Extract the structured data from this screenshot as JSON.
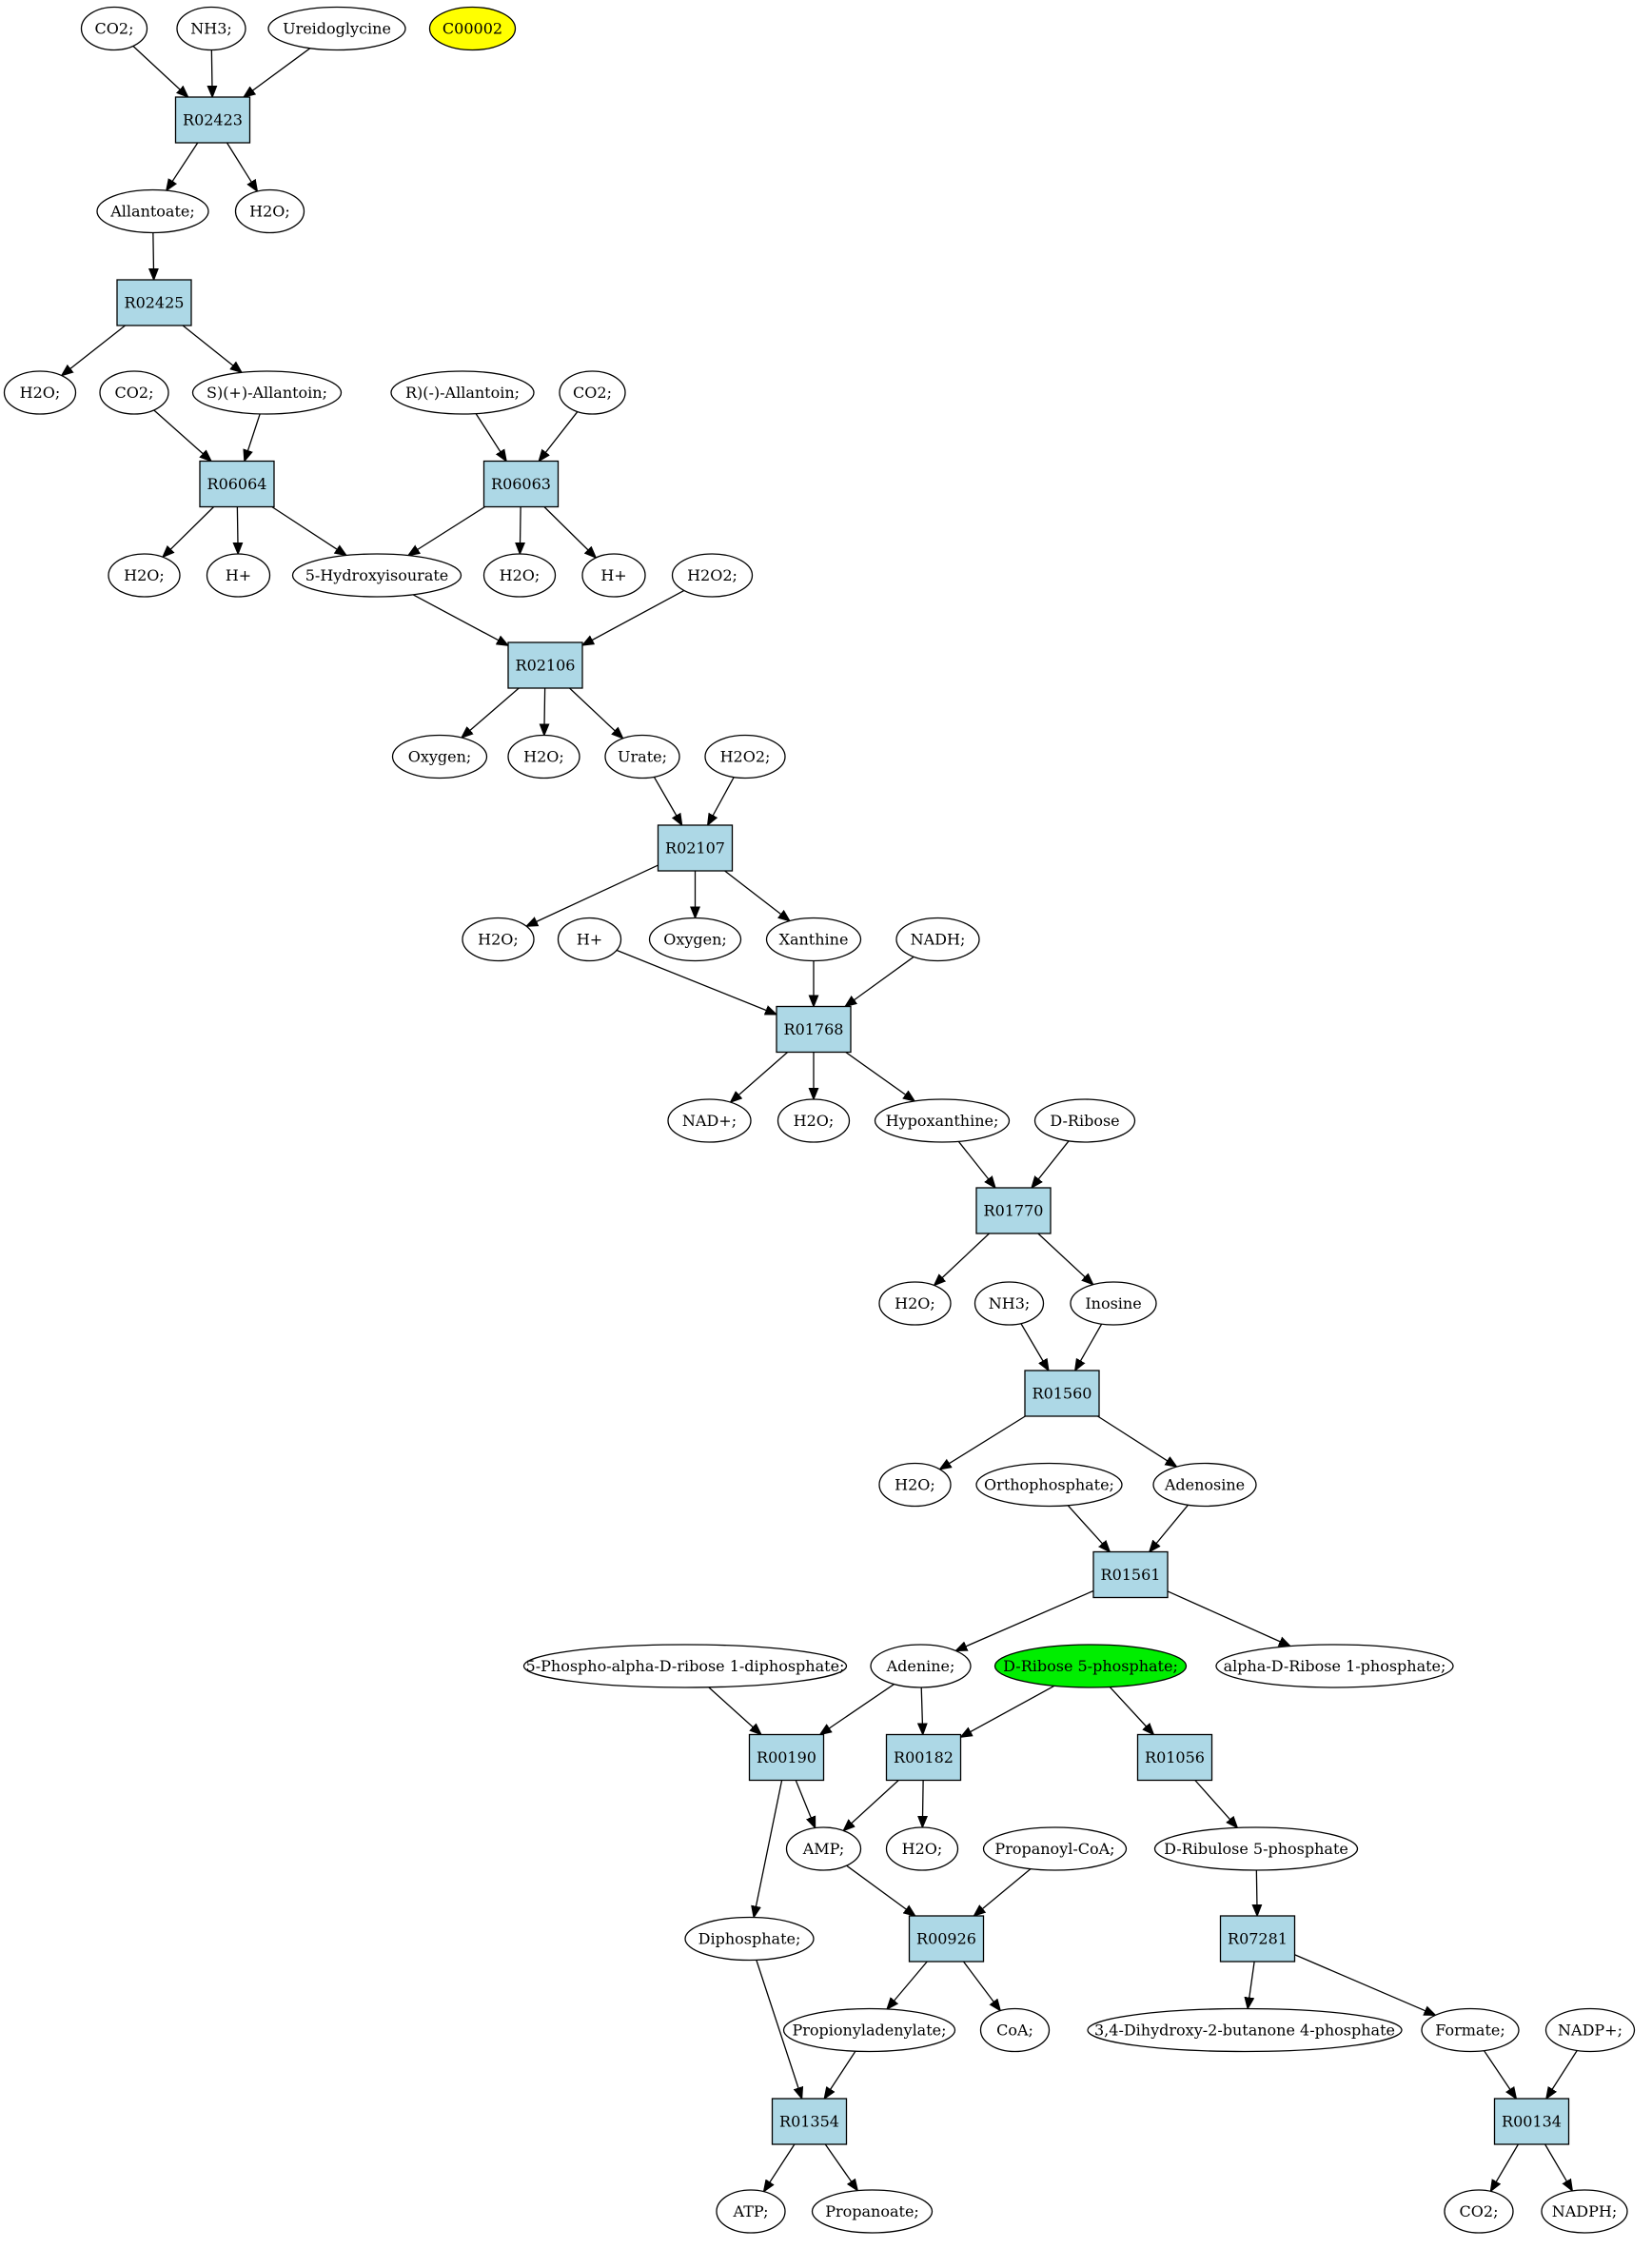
{
  "reactions": [
    {
      "id": "r02423",
      "label": "R02423"
    },
    {
      "id": "r02425",
      "label": "R02425"
    },
    {
      "id": "r06064",
      "label": "R06064"
    },
    {
      "id": "r06063",
      "label": "R06063"
    },
    {
      "id": "r02106",
      "label": "R02106"
    },
    {
      "id": "r02107",
      "label": "R02107"
    },
    {
      "id": "r01768",
      "label": "R01768"
    },
    {
      "id": "r01770",
      "label": "R01770"
    },
    {
      "id": "r01560",
      "label": "R01560"
    },
    {
      "id": "r01561",
      "label": "R01561"
    },
    {
      "id": "r00190",
      "label": "R00190"
    },
    {
      "id": "r00182",
      "label": "R00182"
    },
    {
      "id": "r01056",
      "label": "R01056"
    },
    {
      "id": "r00926",
      "label": "R00926"
    },
    {
      "id": "r07281",
      "label": "R07281"
    },
    {
      "id": "r01354",
      "label": "R01354"
    },
    {
      "id": "r00134",
      "label": "R00134"
    }
  ],
  "compounds": [
    {
      "id": "co2_a",
      "label": "CO2;"
    },
    {
      "id": "nh3_a",
      "label": "NH3;"
    },
    {
      "id": "ureidoglycine",
      "label": "Ureidoglycine"
    },
    {
      "id": "c00002",
      "label": "C00002",
      "highlight": "yellow"
    },
    {
      "id": "allantoate",
      "label": "Allantoate;"
    },
    {
      "id": "h2o_a",
      "label": "H2O;"
    },
    {
      "id": "h2o_b",
      "label": "H2O;"
    },
    {
      "id": "co2_b",
      "label": "CO2;"
    },
    {
      "id": "s_allantoin",
      "label": "S)(+)-Allantoin;"
    },
    {
      "id": "r_allantoin",
      "label": "R)(-)-Allantoin;"
    },
    {
      "id": "co2_c",
      "label": "CO2;"
    },
    {
      "id": "h2o_c",
      "label": "H2O;"
    },
    {
      "id": "hplus_a",
      "label": "H+"
    },
    {
      "id": "hydroxyisourate",
      "label": "5-Hydroxyisourate"
    },
    {
      "id": "h2o_d",
      "label": "H2O;"
    },
    {
      "id": "hplus_b",
      "label": "H+"
    },
    {
      "id": "h2o2_a",
      "label": "H2O2;"
    },
    {
      "id": "oxygen_a",
      "label": "Oxygen;"
    },
    {
      "id": "h2o_e",
      "label": "H2O;"
    },
    {
      "id": "urate",
      "label": "Urate;"
    },
    {
      "id": "h2o2_b",
      "label": "H2O2;"
    },
    {
      "id": "h2o_f",
      "label": "H2O;"
    },
    {
      "id": "hplus_c",
      "label": "H+"
    },
    {
      "id": "oxygen_b",
      "label": "Oxygen;"
    },
    {
      "id": "xanthine",
      "label": "Xanthine"
    },
    {
      "id": "nadh",
      "label": "NADH;"
    },
    {
      "id": "nadplus",
      "label": "NAD+;"
    },
    {
      "id": "h2o_g",
      "label": "H2O;"
    },
    {
      "id": "hypoxanthine",
      "label": "Hypoxanthine;"
    },
    {
      "id": "d_ribose",
      "label": "D-Ribose"
    },
    {
      "id": "h2o_h",
      "label": "H2O;"
    },
    {
      "id": "nh3_b",
      "label": "NH3;"
    },
    {
      "id": "inosine",
      "label": "Inosine"
    },
    {
      "id": "h2o_i",
      "label": "H2O;"
    },
    {
      "id": "orthophosphate",
      "label": "Orthophosphate;"
    },
    {
      "id": "adenosine",
      "label": "Adenosine"
    },
    {
      "id": "prpp",
      "label": "5-Phospho-alpha-D-ribose 1-diphosphate;"
    },
    {
      "id": "adenine",
      "label": "Adenine;"
    },
    {
      "id": "ribose5p",
      "label": "D-Ribose 5-phosphate;",
      "highlight": "green"
    },
    {
      "id": "ribose1p",
      "label": "alpha-D-Ribose 1-phosphate;"
    },
    {
      "id": "amp",
      "label": "AMP;"
    },
    {
      "id": "h2o_j",
      "label": "H2O;"
    },
    {
      "id": "propanoyl_coa",
      "label": "Propanoyl-CoA;"
    },
    {
      "id": "ribulose5p",
      "label": "D-Ribulose 5-phosphate"
    },
    {
      "id": "diphosphate",
      "label": "Diphosphate;"
    },
    {
      "id": "propionyladenylate",
      "label": "Propionyladenylate;"
    },
    {
      "id": "coa",
      "label": "CoA;"
    },
    {
      "id": "dhbp",
      "label": "3,4-Dihydroxy-2-butanone 4-phosphate"
    },
    {
      "id": "formate",
      "label": "Formate;"
    },
    {
      "id": "nadpplus",
      "label": "NADP+;"
    },
    {
      "id": "atp",
      "label": "ATP;"
    },
    {
      "id": "propanoate",
      "label": "Propanoate;"
    },
    {
      "id": "co2_d",
      "label": "CO2;"
    },
    {
      "id": "nadph",
      "label": "NADPH;"
    }
  ],
  "edges": [
    [
      "co2_a",
      "r02423"
    ],
    [
      "nh3_a",
      "r02423"
    ],
    [
      "ureidoglycine",
      "r02423"
    ],
    [
      "r02423",
      "allantoate"
    ],
    [
      "r02423",
      "h2o_a"
    ],
    [
      "allantoate",
      "r02425"
    ],
    [
      "r02425",
      "h2o_b"
    ],
    [
      "r02425",
      "s_allantoin"
    ],
    [
      "co2_b",
      "r06064"
    ],
    [
      "s_allantoin",
      "r06064"
    ],
    [
      "r_allantoin",
      "r06063"
    ],
    [
      "co2_c",
      "r06063"
    ],
    [
      "r06064",
      "h2o_c"
    ],
    [
      "r06064",
      "hplus_a"
    ],
    [
      "r06064",
      "hydroxyisourate"
    ],
    [
      "r06063",
      "hydroxyisourate"
    ],
    [
      "r06063",
      "h2o_d"
    ],
    [
      "r06063",
      "hplus_b"
    ],
    [
      "hydroxyisourate",
      "r02106"
    ],
    [
      "h2o2_a",
      "r02106"
    ],
    [
      "r02106",
      "oxygen_a"
    ],
    [
      "r02106",
      "h2o_e"
    ],
    [
      "r02106",
      "urate"
    ],
    [
      "urate",
      "r02107"
    ],
    [
      "h2o2_b",
      "r02107"
    ],
    [
      "r02107",
      "h2o_f"
    ],
    [
      "r02107",
      "oxygen_b"
    ],
    [
      "r02107",
      "xanthine"
    ],
    [
      "hplus_c",
      "r01768"
    ],
    [
      "xanthine",
      "r01768"
    ],
    [
      "nadh",
      "r01768"
    ],
    [
      "r01768",
      "nadplus"
    ],
    [
      "r01768",
      "h2o_g"
    ],
    [
      "r01768",
      "hypoxanthine"
    ],
    [
      "hypoxanthine",
      "r01770"
    ],
    [
      "d_ribose",
      "r01770"
    ],
    [
      "r01770",
      "h2o_h"
    ],
    [
      "r01770",
      "inosine"
    ],
    [
      "nh3_b",
      "r01560"
    ],
    [
      "inosine",
      "r01560"
    ],
    [
      "r01560",
      "h2o_i"
    ],
    [
      "r01560",
      "adenosine"
    ],
    [
      "orthophosphate",
      "r01561"
    ],
    [
      "adenosine",
      "r01561"
    ],
    [
      "r01561",
      "adenine"
    ],
    [
      "r01561",
      "ribose1p"
    ],
    [
      "prpp",
      "r00190"
    ],
    [
      "adenine",
      "r00190"
    ],
    [
      "adenine",
      "r00182"
    ],
    [
      "ribose5p",
      "r00182"
    ],
    [
      "ribose5p",
      "r01056"
    ],
    [
      "r00190",
      "amp"
    ],
    [
      "r00190",
      "diphosphate"
    ],
    [
      "r00182",
      "amp"
    ],
    [
      "r00182",
      "h2o_j"
    ],
    [
      "r01056",
      "ribulose5p"
    ],
    [
      "amp",
      "r00926"
    ],
    [
      "propanoyl_coa",
      "r00926"
    ],
    [
      "ribulose5p",
      "r07281"
    ],
    [
      "r00926",
      "propionyladenylate"
    ],
    [
      "r00926",
      "coa"
    ],
    [
      "r07281",
      "dhbp"
    ],
    [
      "r07281",
      "formate"
    ],
    [
      "diphosphate",
      "r01354"
    ],
    [
      "propionyladenylate",
      "r01354"
    ],
    [
      "formate",
      "r00134"
    ],
    [
      "nadpplus",
      "r00134"
    ],
    [
      "r01354",
      "atp"
    ],
    [
      "r01354",
      "propanoate"
    ],
    [
      "r00134",
      "co2_d"
    ],
    [
      "r00134",
      "nadph"
    ]
  ]
}
